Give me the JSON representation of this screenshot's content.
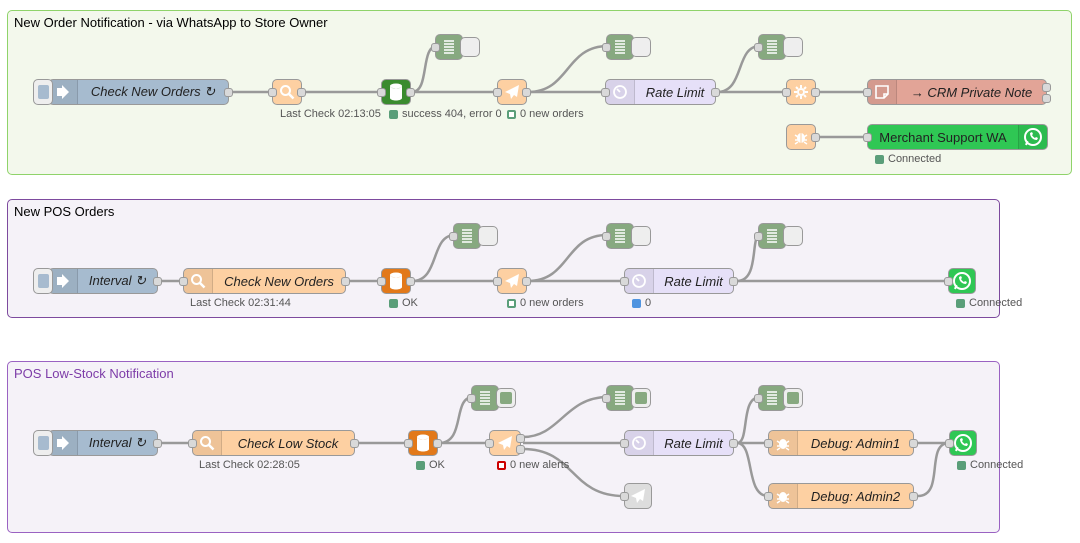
{
  "groups": {
    "g1": "New Order Notification - via WhatsApp to Store Owner",
    "g2": "New POS Orders",
    "g3": "POS Low-Stock Notification"
  },
  "flow1": {
    "inject_label": "Check New Orders ↻",
    "last_check": "Last Check 02:13:05",
    "db_status": "success 404, error 0",
    "switch_status": "0 new orders",
    "rate_label": "Rate Limit",
    "crm_label": "→ CRM Private Note",
    "wa_label": "Merchant Support WA",
    "wa_status": "Connected"
  },
  "flow2": {
    "inject_label": "Interval ↻",
    "func_label": "Check New Orders",
    "last_check": "Last Check 02:31:44",
    "db_status": "OK",
    "switch_status": "0 new orders",
    "rate_label": "Rate Limit",
    "rate_status": "0",
    "wa_status": "Connected"
  },
  "flow3": {
    "inject_label": "Interval ↻",
    "func_label": "Check Low Stock",
    "last_check": "Last Check 02:28:05",
    "db_status": "OK",
    "switch_status": "0 new alerts",
    "rate_label": "Rate Limit",
    "debug1_label": "Debug: Admin1",
    "debug2_label": "Debug: Admin2",
    "wa_status": "Connected"
  },
  "icons": {
    "inject": "arrow-right-icon",
    "search": "search-icon",
    "database": "database-icon",
    "switch": "paper-plane-icon",
    "rate": "timer-icon",
    "debug": "list-icon",
    "change": "gear-icon",
    "crm": "note-icon",
    "whatsapp": "whatsapp-icon",
    "bug": "bug-icon",
    "link": "link-out-icon"
  },
  "colors": {
    "group1_border": "#8fd36a",
    "group2_border": "#7d4a9e",
    "group3_border": "#9a62c2",
    "whatsapp": "#2fc754",
    "db_green": "#3a8b2e",
    "db_orange": "#e2791a",
    "status_green": "#5a9e79",
    "status_red": "#cc0000",
    "status_blue": "#4f94e0"
  }
}
